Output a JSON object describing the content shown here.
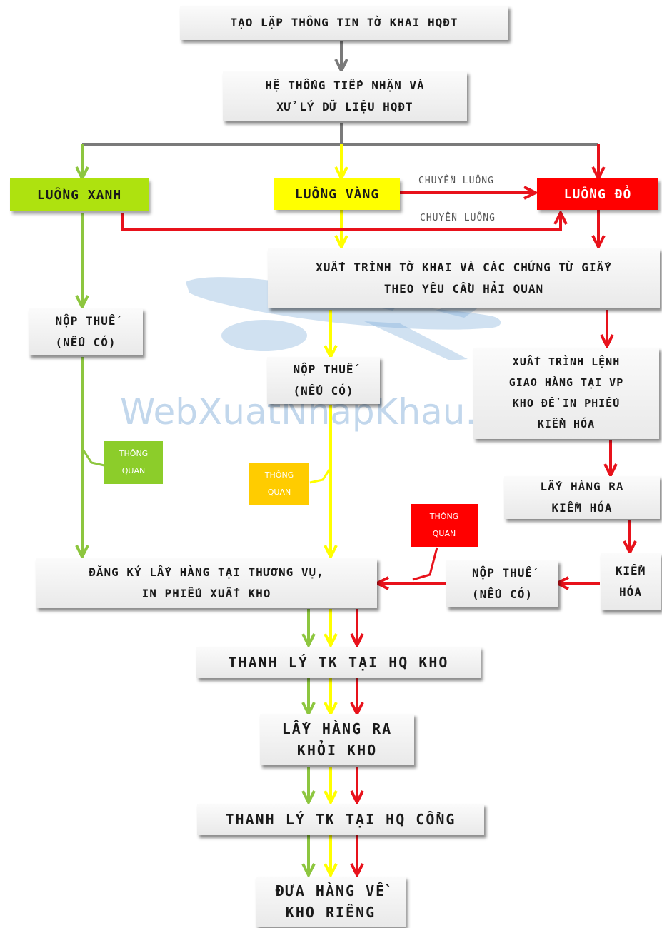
{
  "colors": {
    "gray": "#7a7a7a",
    "green": "#8dc63f",
    "yellow": "#ffff00",
    "red": "#e8121b",
    "green_lane": "#aee20f",
    "yellow_lane": "#ffff00",
    "red_lane": "#ff0000",
    "green_tag": "#8ccd2a",
    "yellow_tag": "#ffcc00",
    "red_tag": "#ff0000"
  },
  "watermark": "WebXuatNhapKhau.com",
  "nodes": {
    "tao_lap": "TẠO LẬP THÔNG TIN TỜ KHAI HQĐT",
    "he_thong": "HỆ THỐNG TIẾP NHẬN VÀ\nXỬ LÝ DỮ LIỆU HQĐT",
    "luong_xanh": "LUỒNG XANH",
    "luong_vang": "LUỒNG VÀNG",
    "luong_do": "LUỒNG ĐỎ",
    "xuat_trinh_tk": "XUẤT TRÌNH TỜ KHAI VÀ CÁC CHỨNG TỪ GIẤY\nTHEO YÊU CẦU HẢI QUAN",
    "nop_thue_xanh": "NỘP THUẾ\n(NẾU CÓ)",
    "nop_thue_vang": "NỘP THUẾ\n(NẾU CÓ)",
    "xuat_trinh_lenh": "XUẤT TRÌNH LỆNH\nGIAO HÀNG TẠI VP\nKHO ĐỂ IN PHIẾU\nKIỂM HÓA",
    "lay_hang_kiem_hoa": "LẤY HÀNG RA\nKIỂM HÓA",
    "kiem_hoa": "KIỂM\nHÓA",
    "nop_thue_do": "NỘP THUẾ\n(NẾU CÓ)",
    "dang_ky": "ĐĂNG KÝ LẤY HÀNG TẠI THƯƠNG VỤ,\nIN PHIẾU XUẤT KHO",
    "thanh_ly_kho": "THANH LÝ TK TẠI HQ KHO",
    "lay_hang_khoi_kho": "LẤY HÀNG RA\nKHỎI KHO",
    "thanh_ly_cong": "THANH LÝ TK TẠI HQ CỔNG",
    "dua_hang": "ĐƯA HÀNG VỀ\nKHO RIÊNG"
  },
  "tags": {
    "thong_quan_xanh": "THÔNG\nQUAN",
    "thong_quan_vang": "THÔNG\nQUAN",
    "thong_quan_do": "THÔNG\nQUAN"
  },
  "edge_labels": {
    "chuyen_luong_1": "CHUYỂN LUỒNG",
    "chuyen_luong_2": "CHUYỂN LUỒNG"
  }
}
